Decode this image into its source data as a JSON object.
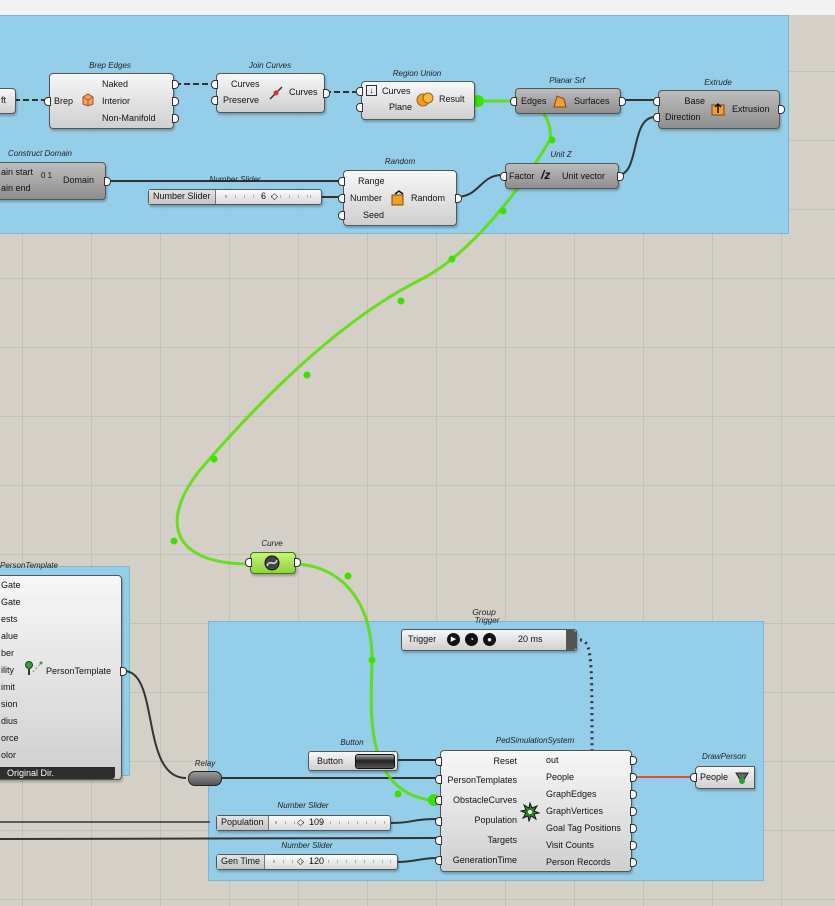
{
  "group_main": {
    "label": ""
  },
  "group_trigger": {
    "label": "Group"
  },
  "brep_edges": {
    "title": "Brep Edges",
    "input": "Brep",
    "outputs": [
      "Naked",
      "Interior",
      "Non-Manifold"
    ]
  },
  "partial_left": {
    "label": "ft"
  },
  "join_curves": {
    "title": "Join Curves",
    "inputs": [
      "Curves",
      "Preserve"
    ],
    "output": "Curves"
  },
  "region_union": {
    "title": "Region Union",
    "inputs": [
      "Curves",
      "Plane"
    ],
    "output": "Result"
  },
  "planar_srf": {
    "title": "Planar Srf",
    "input": "Edges",
    "output": "Surfaces"
  },
  "extrude": {
    "title": "Extrude",
    "inputs": [
      "Base",
      "Direction"
    ],
    "output": "Extrusion"
  },
  "construct_domain": {
    "title": "Construct Domain",
    "inputs": [
      "ain start",
      "ain end"
    ],
    "output": "Domain",
    "icon_text": "0 1"
  },
  "random": {
    "title": "Random",
    "inputs": [
      "Range",
      "Number",
      "Seed"
    ],
    "output": "Random"
  },
  "unit_z": {
    "title": "Unit Z",
    "input": "Factor",
    "output": "Unit vector"
  },
  "slider_top": {
    "title": "Number Slider",
    "label": "Number Slider",
    "value": "6"
  },
  "curve": {
    "title": "Curve"
  },
  "person_template": {
    "title": "PersonTemplate",
    "inputs": [
      "Gate",
      "Gate",
      "ests",
      "alue",
      "ber",
      "ility",
      "imit",
      "sion",
      "dius",
      "orce",
      "olor"
    ],
    "output": "PersonTemplate",
    "footer": "Original Dir."
  },
  "trigger": {
    "title": "Trigger",
    "label": "Trigger",
    "interval": "20 ms"
  },
  "button": {
    "title": "Button",
    "label": "Button"
  },
  "relay": {
    "title": "Relay"
  },
  "pop_slider": {
    "title": "Number Slider",
    "label": "Population",
    "value": "109"
  },
  "gen_slider": {
    "title": "Number Slider",
    "label": "Gen Time",
    "value": "120"
  },
  "ped_sim": {
    "title": "PedSimulationSystem",
    "inputs": [
      "Reset",
      "PersonTemplates",
      "ObstacleCurves",
      "Population",
      "Targets",
      "GenerationTime"
    ],
    "outputs": [
      "out",
      "People",
      "GraphEdges",
      "GraphVertices",
      "Goal Tag Positions",
      "Visit Counts",
      "Person Records"
    ]
  },
  "draw_person": {
    "title": "DrawPerson",
    "input": "People"
  },
  "colors": {
    "group_fill": "#87cdf0",
    "wire_selected": "#55e000",
    "wire_people": "#e05030"
  }
}
